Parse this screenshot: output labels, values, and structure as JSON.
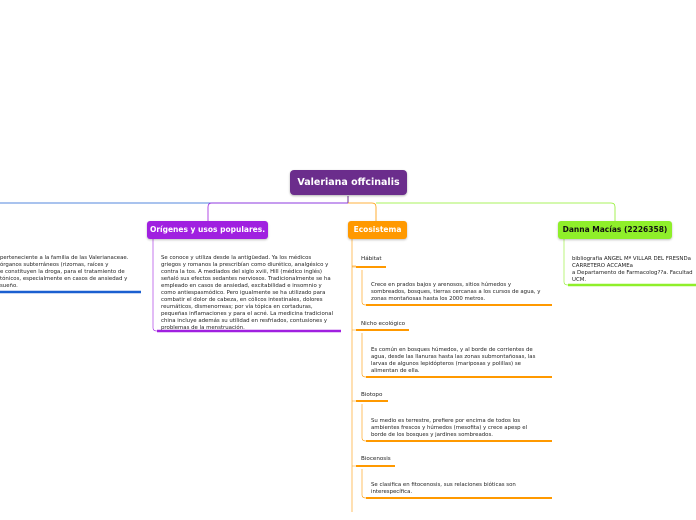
{
  "root": {
    "title": "Valeriana offcinalis"
  },
  "topics": {
    "origenes": {
      "label": "Orígenes y usos populares.",
      "note": "Se conoce y utiliza desde la antigüedad. Ya los médicos\ngriegos y romanos la prescribían como diurético, analgésico y\ncontra la tos. A mediados del siglo xviii, Hill (médico inglés)\nseñaló sus efectos sedantes nerviosos. Tradicionalmente se ha\nempleado en casos de ansiedad, excitabilidad e insomnio y\ncomo antiespasmódico. Pero igualmente se ha utilizado para\ncombatir el dolor de cabeza, en cólicos intestinales, dolores\nreumáticos, dismenorreas; por vía tópica en cortaduras,\npequeñas inflamaciones y para el acné. La medicina tradicional\nchina incluye además su utilidad en resfriados, contusiones y\nproblemas de la menstruación."
    },
    "left_partial": {
      "note": "perteneciente a la familia de las Valerianaceae.\nórganos subterráneos (rizomas, raíces y\ne constituyen la droga, para el tratamiento de\ntónicos, especialmente en casos de ansiedad y\nsueño."
    },
    "ecosistema": {
      "label": "Ecosistema",
      "subs": [
        {
          "label": "Hábitat",
          "note": "Crece en prados bajos y arenosos, sitios húmedos y\nsombreados, bosques, tierras cercanas a los cursos de agua, y\nzonas montañosas hasta los 2000 metros."
        },
        {
          "label": "Nicho ecológico",
          "note": "Es común en  bosques húmedos, y al borde de corrientes de\nagua, desde las llanuras hasta las zonas submontañosas, las\nlarvas de algunos lepidópteros (mariposas y polillas) se\nalimentan de ella."
        },
        {
          "label": "Biotopo",
          "note": "Su medio es terrestre,  prefiere por encima de todos los\nambientes frescos y húmedos (mesofita) y crece apesp el\nborde de los bosques y jardines sombreados."
        },
        {
          "label": "Biocenosis",
          "note": "Se clasifica en fitocenosis, sus relaciones bióticas son\ninterespecífica."
        }
      ]
    },
    "danna": {
      "label": "Danna Macías (2226358)",
      "note": "bibliografía ÁNGEL Mª VILLAR DEL FRESNDa\nCARRETERO ACCAMEa\na Departamento de Farmacolog??a. Facultad\nUCM."
    }
  },
  "colors": {
    "root": "#6b2d8c",
    "origenes": "#a020e0",
    "ecosistema": "#ff9900",
    "danna": "#8fef2a",
    "left": "#1a5fd0"
  }
}
